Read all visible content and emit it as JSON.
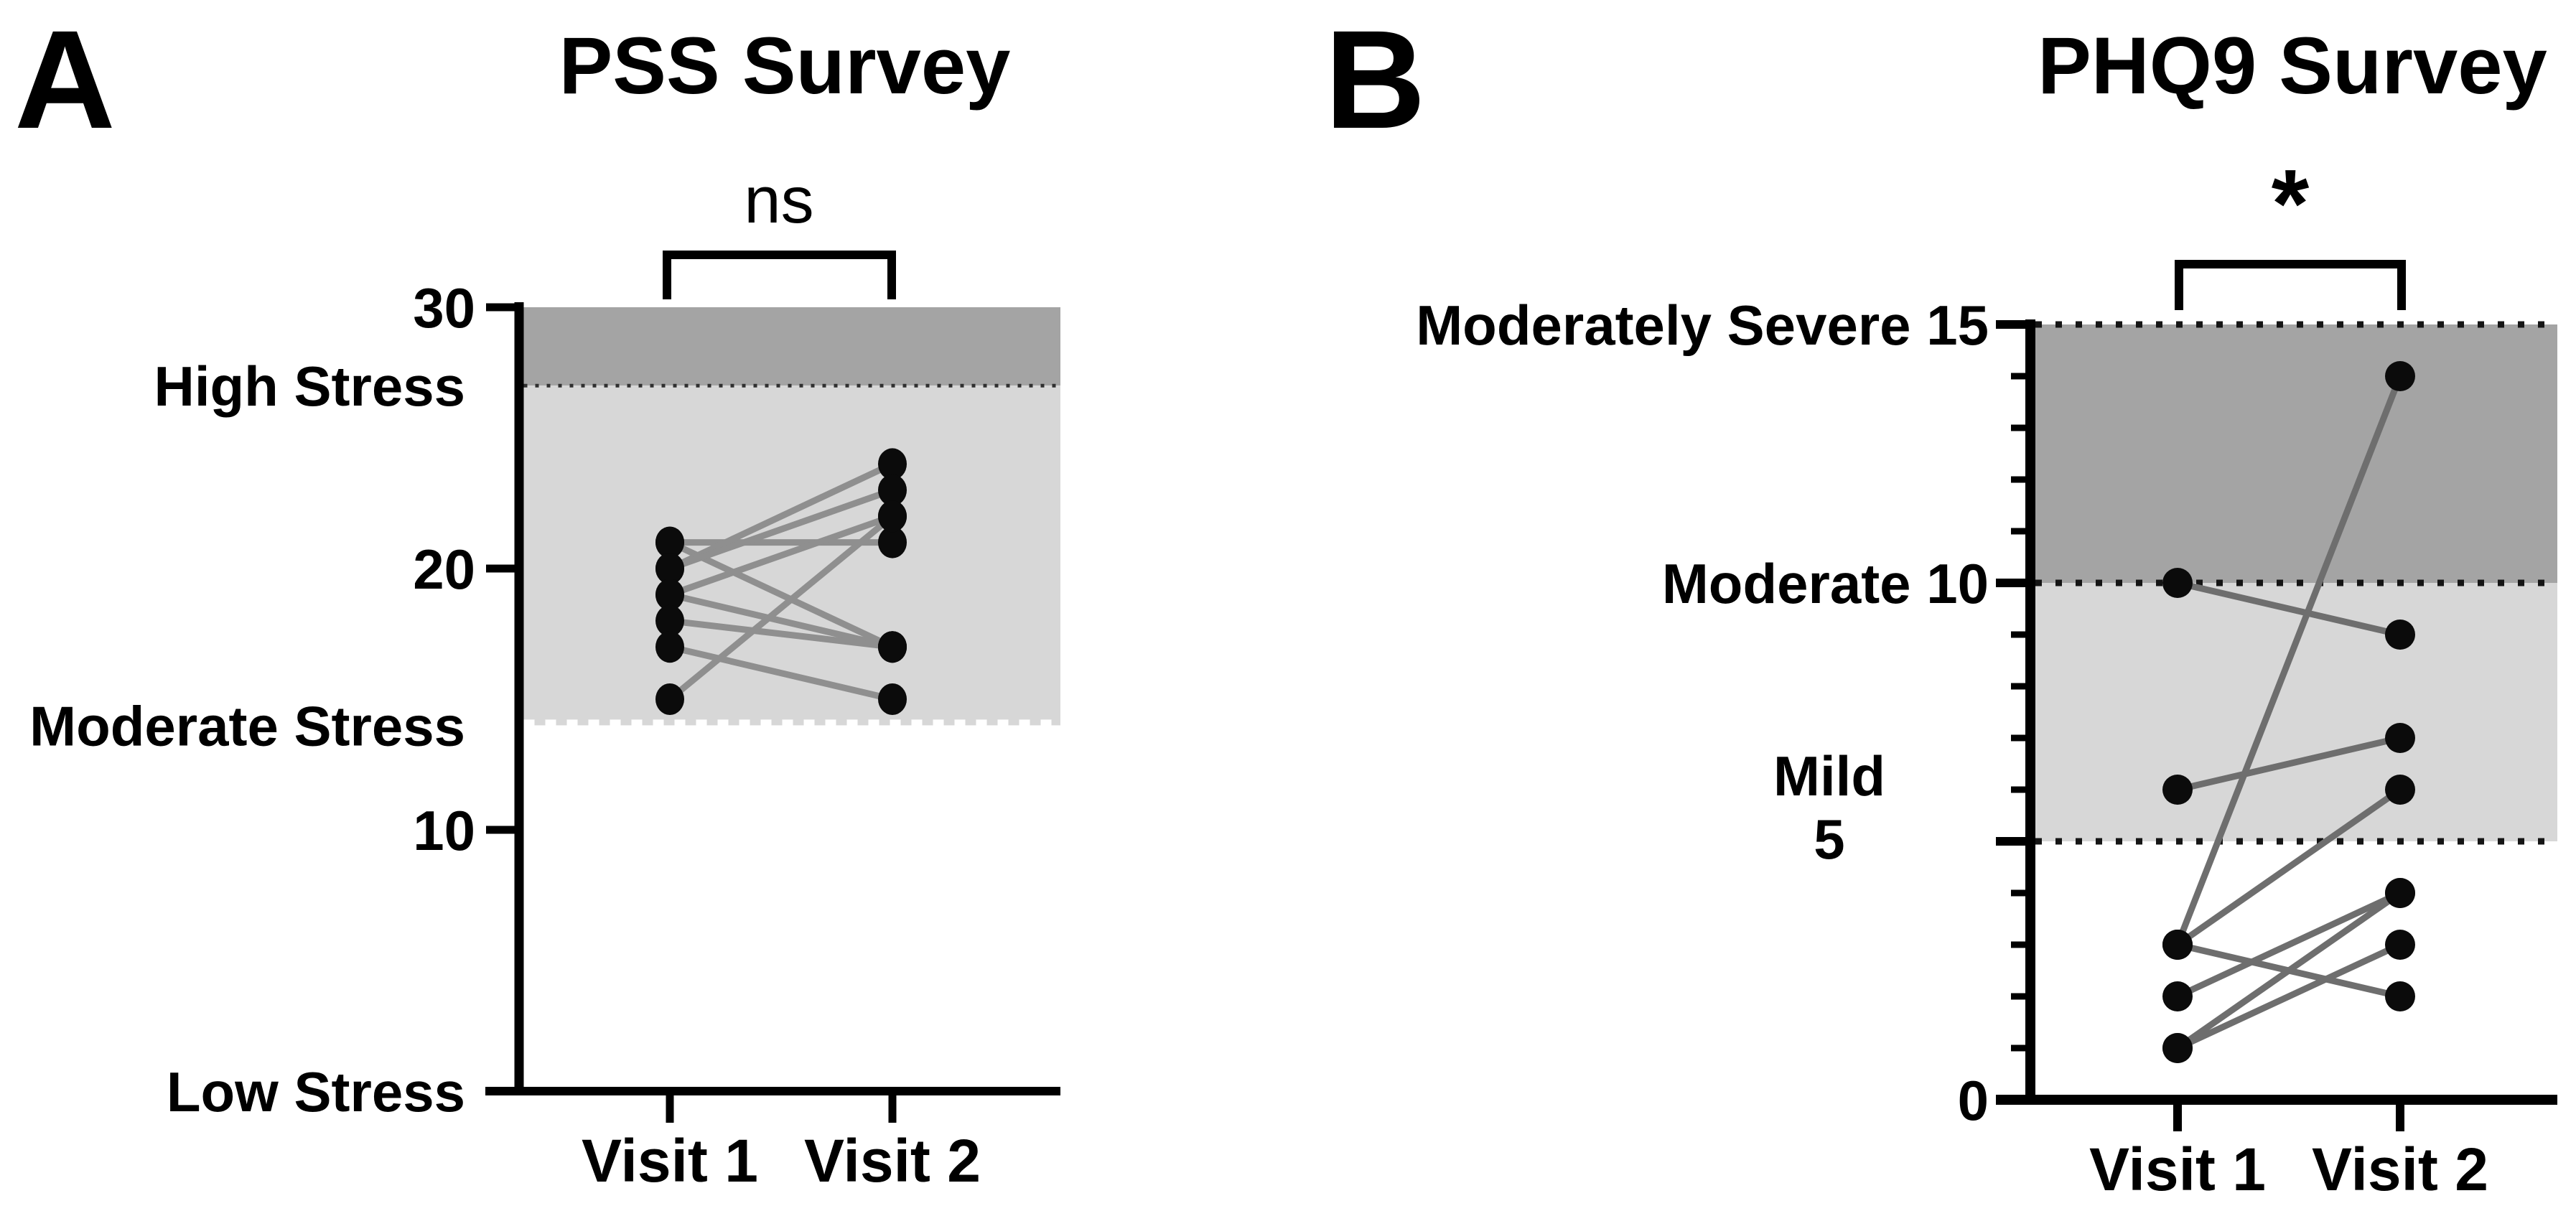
{
  "figure": {
    "background_color": "#ffffff",
    "text_color": "#000000",
    "band_dark_color": "#a4a4a4",
    "band_light_color": "#d7d7d7",
    "dot_color": "#0b0b0b"
  },
  "chart_data": [
    {
      "panel_label": "A",
      "type": "paired-line",
      "title": "PSS Survey",
      "significance_label": "ns",
      "categories": [
        "Visit 1",
        "Visit 2"
      ],
      "ylim": [
        0,
        30
      ],
      "grid": false,
      "numeric_ticks": [
        {
          "value": 30,
          "label": "30"
        },
        {
          "value": 20,
          "label": "20"
        },
        {
          "value": 10,
          "label": "10"
        }
      ],
      "zone_labels": [
        {
          "value": 27,
          "label": "High Stress"
        },
        {
          "value": 14,
          "label": "Moderate Stress"
        },
        {
          "value": 0,
          "label": "Low Stress"
        }
      ],
      "bands": [
        {
          "from": 27,
          "to": 30,
          "color": "#a4a4a4",
          "name": "high-stress-band"
        },
        {
          "from": 14,
          "to": 27,
          "color": "#d7d7d7",
          "name": "moderate-stress-band"
        }
      ],
      "dotted_line_values": [
        27
      ],
      "white_dash_edge_value": 14,
      "line_color": "#8f8f8f",
      "series_pairs": [
        {
          "visit1": 21,
          "visit2": 21
        },
        {
          "visit1": 21,
          "visit2": 17
        },
        {
          "visit1": 20,
          "visit2": 24
        },
        {
          "visit1": 20,
          "visit2": 23
        },
        {
          "visit1": 19,
          "visit2": 22
        },
        {
          "visit1": 19,
          "visit2": 17
        },
        {
          "visit1": 18,
          "visit2": 17
        },
        {
          "visit1": 17,
          "visit2": 15
        },
        {
          "visit1": 15,
          "visit2": 22
        }
      ]
    },
    {
      "panel_label": "B",
      "type": "paired-line",
      "title": "PHQ9 Survey",
      "significance_label": "*",
      "categories": [
        "Visit 1",
        "Visit 2"
      ],
      "ylim": [
        0,
        15
      ],
      "grid": false,
      "minor_tick_step": 1,
      "numeric_ticks": [
        {
          "value": 0,
          "label": "0"
        }
      ],
      "zone_labels": [
        {
          "value": 15,
          "label": "Moderately Severe 15"
        },
        {
          "value": 10,
          "label": "Moderate 10"
        },
        {
          "value": 5,
          "label": "Mild",
          "label_line2": "5",
          "stacked": true
        }
      ],
      "bands": [
        {
          "from": 10,
          "to": 15,
          "color": "#a4a4a4",
          "name": "moderately-severe-band"
        },
        {
          "from": 5,
          "to": 10,
          "color": "#d7d7d7",
          "name": "moderate-band"
        }
      ],
      "dotted_line_values": [
        15,
        10,
        5
      ],
      "line_color": "#6e6e6e",
      "series_pairs": [
        {
          "visit1": 10,
          "visit2": 9
        },
        {
          "visit1": 6,
          "visit2": 7
        },
        {
          "visit1": 3,
          "visit2": 14
        },
        {
          "visit1": 3,
          "visit2": 6
        },
        {
          "visit1": 3,
          "visit2": 2
        },
        {
          "visit1": 2,
          "visit2": 4
        },
        {
          "visit1": 1,
          "visit2": 4
        },
        {
          "visit1": 1,
          "visit2": 3
        }
      ]
    }
  ]
}
